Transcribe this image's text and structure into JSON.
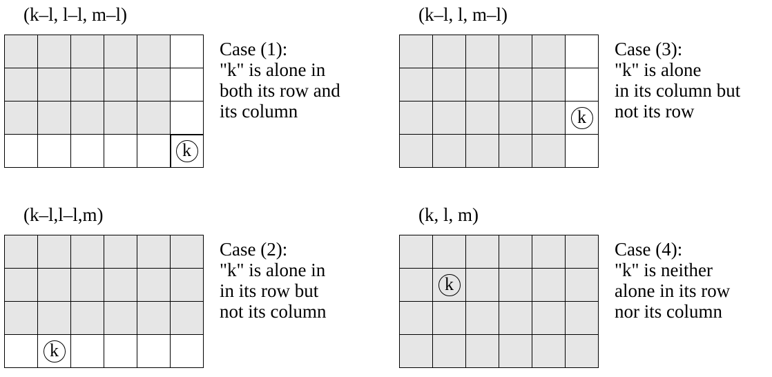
{
  "diagram": {
    "panels": [
      {
        "id": "case-1",
        "tuple": "(k–l, l–l, m–l)",
        "description": [
          "Case (1):",
          "\"k\" is alone in",
          "both its row and",
          "its column"
        ],
        "k_label": "k",
        "rows": 4,
        "cols": 6,
        "k_position": {
          "row": 4,
          "col": 6
        },
        "white_rows": [
          4
        ],
        "white_cols": [
          6
        ]
      },
      {
        "id": "case-3",
        "tuple": "(k–l, l, m–l)",
        "description": [
          "Case (3):",
          "\"k\" is alone",
          "in its column but",
          "not its row"
        ],
        "k_label": "k",
        "rows": 4,
        "cols": 6,
        "k_position": {
          "row": 3,
          "col": 6
        },
        "white_rows": [],
        "white_cols": [
          6
        ]
      },
      {
        "id": "case-2",
        "tuple": "(k–l,l–l,m)",
        "description": [
          "Case (2):",
          "\"k\" is alone in",
          "in its row but",
          "not its column"
        ],
        "k_label": "k",
        "rows": 4,
        "cols": 6,
        "k_position": {
          "row": 4,
          "col": 2
        },
        "white_rows": [
          4
        ],
        "white_cols": []
      },
      {
        "id": "case-4",
        "tuple": "(k, l, m)",
        "description": [
          "Case (4):",
          "\"k\" is neither",
          "alone in its row",
          "nor its column"
        ],
        "k_label": "k",
        "rows": 4,
        "cols": 6,
        "k_position": {
          "row": 2,
          "col": 2
        },
        "white_rows": [],
        "white_cols": []
      }
    ],
    "colors": {
      "shaded": "#e6e6e6",
      "white": "#ffffff",
      "line": "#000000"
    }
  }
}
